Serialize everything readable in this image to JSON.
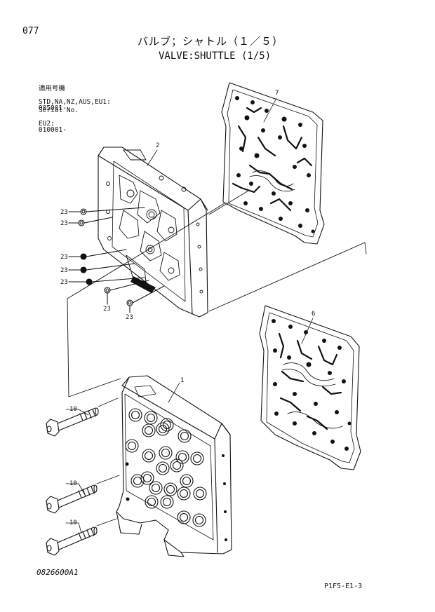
{
  "page_number": "077",
  "title_jp": "バルブ；シャトル（１／５）",
  "title_en": "VALVE:SHUTTLE (1/5)",
  "serial": {
    "label_jp": "適用号機",
    "label_en": "Serial No.",
    "models": "STD,NA,NZ,AUS,EU1:",
    "row1_value": "005001-",
    "row2_model": "EU2:",
    "row2_value": "010001-"
  },
  "callouts": {
    "p1": "1",
    "p2": "2",
    "p6": "6",
    "p7": "7",
    "p10": "10",
    "p23": "23"
  },
  "drawing_code": "0826600A1",
  "page_code": "P1F5-E1-3",
  "colors": {
    "ink": "#111111",
    "paper": "#ffffff"
  }
}
